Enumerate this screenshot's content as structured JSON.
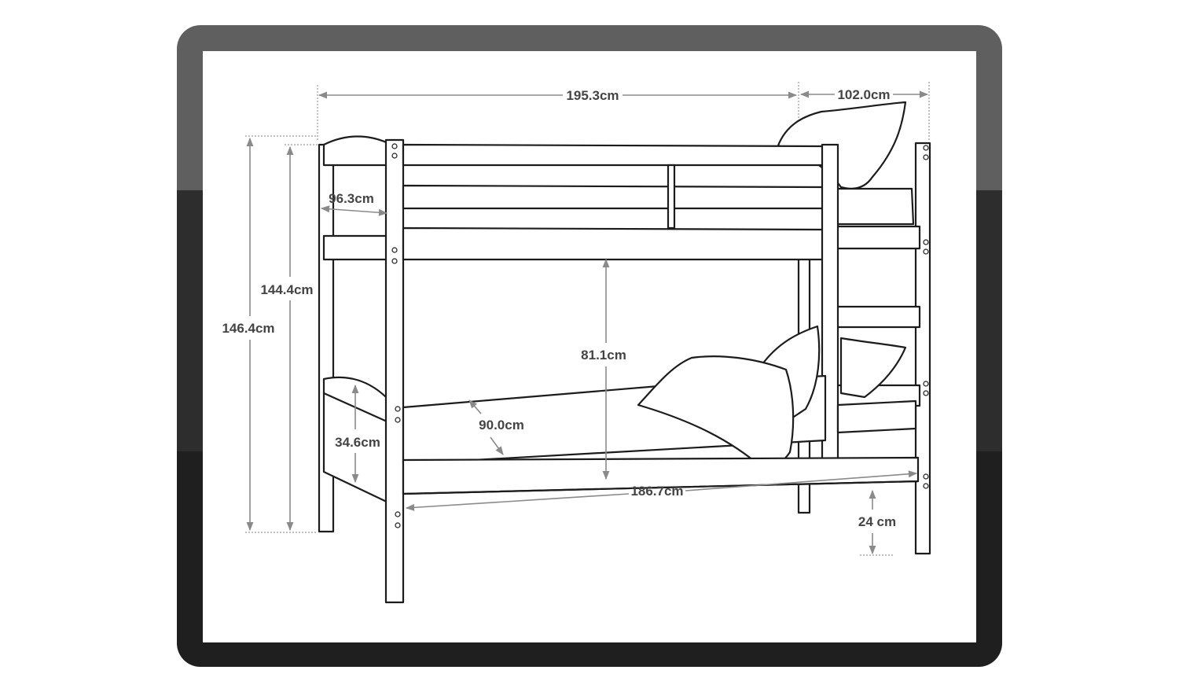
{
  "dimensions": {
    "overall_length": "195.3cm",
    "overall_width": "102.0cm",
    "end_panel_width": "96.3cm",
    "height_inner": "144.4cm",
    "height_overall": "146.4cm",
    "clearance_between_bunks": "81.1cm",
    "mattress_width": "90.0cm",
    "end_panel_height": "34.6cm",
    "mattress_length": "186.7cm",
    "floor_clearance": "24 cm"
  },
  "colors": {
    "frame_top": "#5f5f5f",
    "frame_middle": "#2d2d2d",
    "frame_bottom": "#1f1f1f",
    "line": "#1c1c1c",
    "dimension_line": "#8a8a8a",
    "label": "#444444"
  }
}
